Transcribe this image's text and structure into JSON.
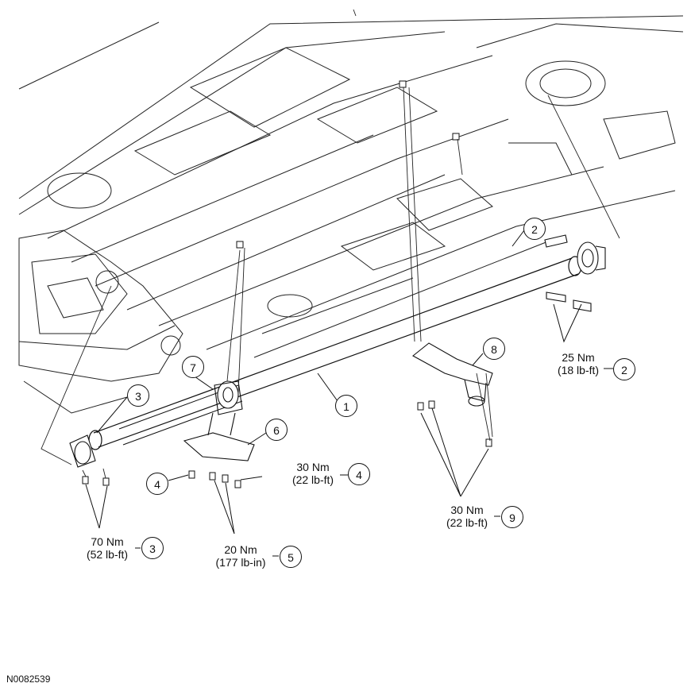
{
  "figure_id": "N0082539",
  "callouts": {
    "c1": "1",
    "c2a": "2",
    "c2b": "2",
    "c3a": "3",
    "c3b": "3",
    "c4a": "4",
    "c4b": "4",
    "c5": "5",
    "c6": "6",
    "c7": "7",
    "c8": "8",
    "c9": "9"
  },
  "torques": {
    "t2_nm": "25 Nm",
    "t2_lbft": "(18 lb-ft)",
    "t3_nm": "70 Nm",
    "t3_lbft": "(52 lb-ft)",
    "t4_nm": "30 Nm",
    "t4_lbft": "(22 lb-ft)",
    "t5_nm": "20 Nm",
    "t5_lbin": "(177 lb-in)",
    "t9_nm": "30 Nm",
    "t9_lbft": "(22 lb-ft)"
  }
}
